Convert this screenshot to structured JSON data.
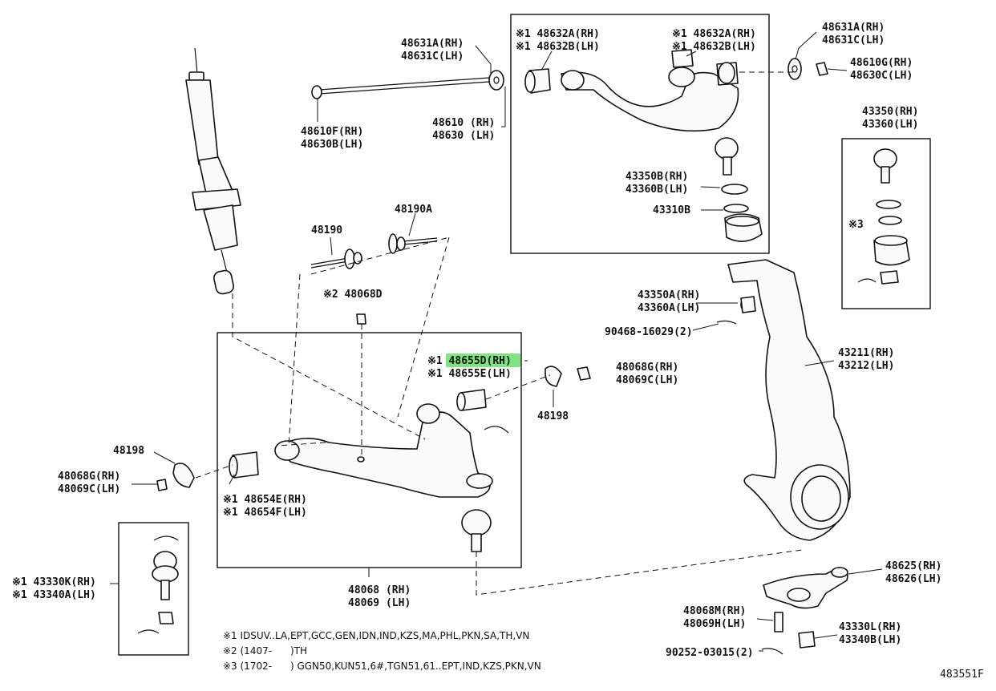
{
  "labels": {
    "p48631A": "48631A(RH)",
    "p48631C": "48631C(LH)",
    "p48631A_r": "48631A(RH)",
    "p48631C_r": "48631C(LH)",
    "p48632A_l": "※1 48632A(RH)",
    "p48632B_l": "※1 48632B(LH)",
    "p48632A_r": "※1 48632A(RH)",
    "p48632B_r": "※1 48632B(LH)",
    "p48610G": "48610G(RH)",
    "p48630C": "48630C(LH)",
    "p48610": "48610 (RH)",
    "p48630": "48630 (LH)",
    "p48610F": "48610F(RH)",
    "p48630B": "48630B(LH)",
    "p43350": "43350(RH)",
    "p43360": "43360(LH)",
    "p43350B": "43350B(RH)",
    "p43360B": "43360B(LH)",
    "p43310B": "43310B",
    "p48190": "48190",
    "p48190A": "48190A",
    "p48068D": "※2 48068D",
    "note3": "※3",
    "p43350A": "43350A(RH)",
    "p43360A": "43360A(LH)",
    "p90468": "90468-16029(2)",
    "p48655D": "※1 48655D(RH)",
    "p48655E": "※1 48655E(LH)",
    "p48068G_r": "48068G(RH)",
    "p48069C_r": "48069C(LH)",
    "p48198_r": "48198",
    "p43211": "43211(RH)",
    "p43212": "43212(LH)",
    "p48198_l": "48198",
    "p48068G_l": "48068G(RH)",
    "p48069C_l": "48069C(LH)",
    "p48654E": "※1 48654E(RH)",
    "p48654F": "※1 48654F(LH)",
    "p43330K": "※1 43330K(RH)",
    "p43340A": "※1 43340A(LH)",
    "p48068": "48068 (RH)",
    "p48069": "48069 (LH)",
    "p48625": "48625(RH)",
    "p48626": "48626(LH)",
    "p48068M": "48068M(RH)",
    "p48069H": "48069H(LH)",
    "p43330L": "43330L(RH)",
    "p43340B": "43340B(LH)",
    "p90252": "90252-03015(2)"
  },
  "notes": {
    "n1": "※1 IDSUV..LA,EPT,GCC,GEN,IDN,IND,KZS,MA,PHL,PKN,SA,TH,VN",
    "n2": "※2 (1407-      )TH",
    "n3": "※3 (1702-      ) GGN50,KUN51,6#,TGN51,61..EPT,IND,KZS,PKN,VN"
  },
  "diagram_id": "483551F",
  "colors": {
    "highlight": "#7fe47f",
    "ink": "#111111"
  }
}
